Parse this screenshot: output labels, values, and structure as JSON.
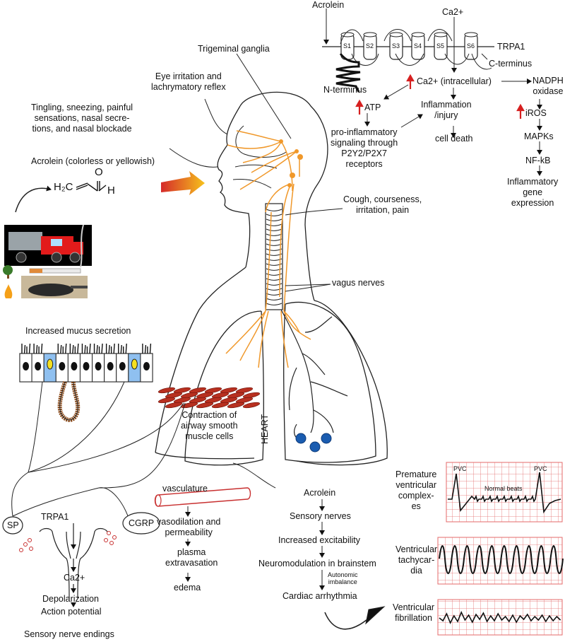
{
  "colors": {
    "nerve": "#f0982a",
    "nerve_dark": "#e07b10",
    "ecg_grid": "#e06060",
    "goblet_blue": "#8fc0f0",
    "red_arrow": "#d62020",
    "smooth_muscle": "#b83020",
    "heart_blue": "#1a5cb0"
  },
  "top": {
    "acrolein": "Acrolein",
    "ca": "Ca2+",
    "trpa1": "TRPA1",
    "c_terminus": "C-terminus",
    "n_terminus": "N-terminus",
    "segments": [
      "S1",
      "S2",
      "S3",
      "S4",
      "S5",
      "S6"
    ]
  },
  "pathway": {
    "ca_intra": "Ca2+ (intracellular)",
    "nadph": "NADPH\noxidase",
    "atp": "ATP",
    "inflammation": "Inflammation\n/injury",
    "ros": "iROS",
    "pro_inflammatory": "pro-inflammatory\nsignaling through\nP2Y2/P2X7\nreceptors",
    "cell_death": "cell death",
    "mapks": "MAPKs",
    "nfkb": "NF-kB",
    "gene_expr": "Inflammatory\ngene\nexpression"
  },
  "head": {
    "trigeminal": "Trigeminal ganglia",
    "eye": "Eye irritation and\nlachrymatory reflex",
    "nasal": "Tingling, sneezing, painful\nsensations, nasal secre-\ntions, and nasal blockade",
    "source": "Acrolein (colorless or yellowish)",
    "formula_h2c": "H₂C",
    "formula_o": "O",
    "formula_h": "H",
    "cough": "Cough, courseness,\nirritation, pain",
    "vagus": "vagus nerves"
  },
  "airway": {
    "mucus": "Increased mucus secretion",
    "smooth": "Contraction of\nairway smooth\nmuscle cells",
    "heart": "HEART"
  },
  "nerve_end": {
    "trpa1": "TRPA1",
    "sp": "SP",
    "cgrp": "CGRP",
    "ca": "Ca2+",
    "depol": "Depolarization",
    "ap": "Action potential",
    "caption": "Sensory nerve endings"
  },
  "vasc": {
    "vasculature": "vasculature",
    "vasodilation": "vasodilation and\npermeability",
    "plasma": "plasma\nextravasation",
    "edema": "edema"
  },
  "cardiac": {
    "acrolein": "Acrolein",
    "sensory": "Sensory nerves",
    "excit": "Increased excitability",
    "neuro": "Neuromodulation in brainstem",
    "autonomic": "Autonomic\nimbalance",
    "arrhythmia": "Cardiac arrhythmia"
  },
  "ecg": {
    "pvc_label": "Premature\nventricular\ncomplex-\nes",
    "pvc1": "PVC",
    "pvc2": "PVC",
    "normal": "Normal beats",
    "vt_label": "Ventricular\ntachycar-\ndia",
    "vf_label": "Ventricular\nfibrillation"
  }
}
